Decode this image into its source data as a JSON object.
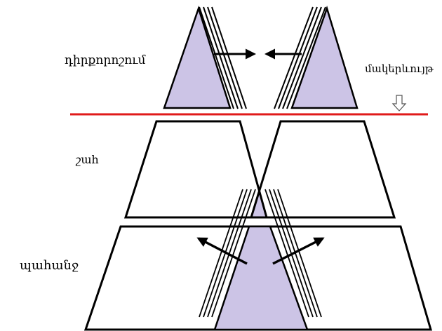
{
  "labels": {
    "positioning": "դիրքորոշում",
    "surface": "մակերևույթ",
    "profit": "շահ",
    "demand": "պահանջ"
  },
  "colors": {
    "fill": "#ccc4e6",
    "stroke": "#000000",
    "divider": "#e01a1a",
    "background": "#ffffff"
  }
}
